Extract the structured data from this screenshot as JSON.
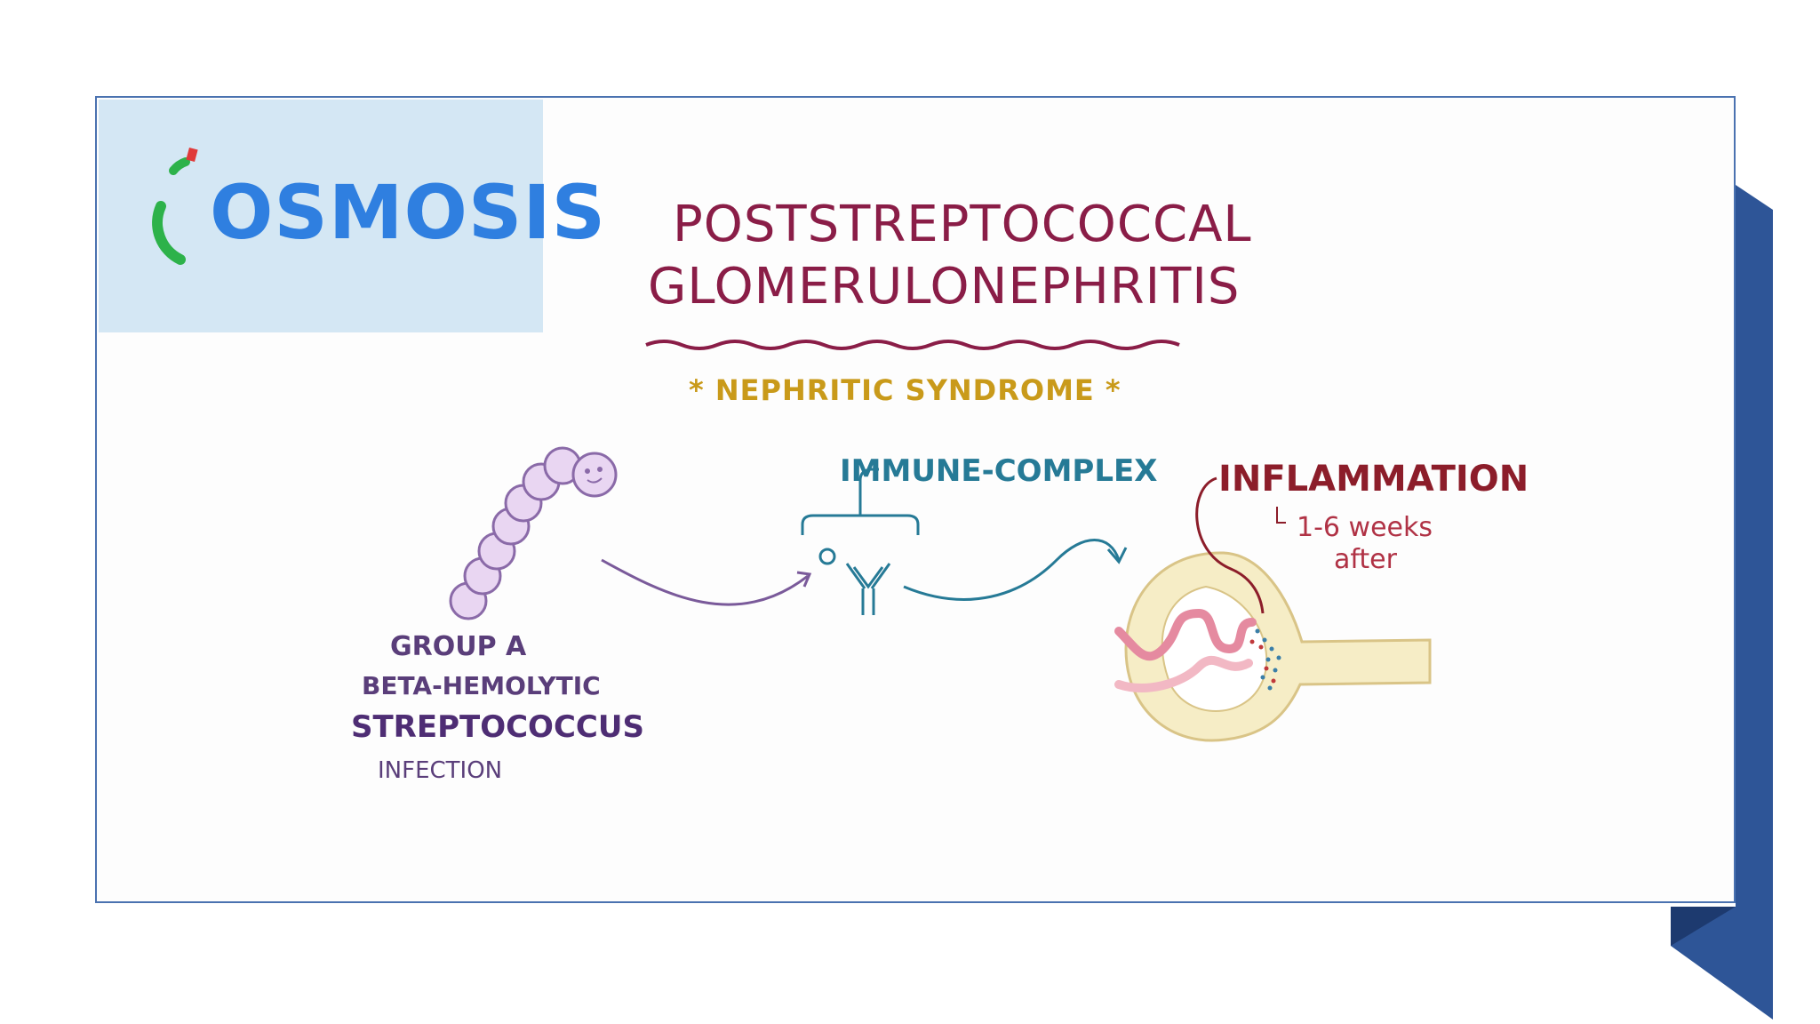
{
  "logo": {
    "text": "OSMOSIS",
    "color": "#2f7fe0",
    "accent_green": "#2db24a",
    "accent_red": "#e03a3a"
  },
  "title": {
    "line1": "POSTSTREPTOCOCCAL",
    "line2": "GLOMERULONEPHRITIS"
  },
  "subtitle": "* NEPHRITIC SYNDROME *",
  "labels": {
    "immune_complex": "IMMUNE-COMPLEX",
    "inflammation": "INFLAMMATION",
    "weeks": "1-6 weeks",
    "after": "after",
    "group": "GROUP A",
    "beta": "BETA-HEMOLYTIC",
    "strep": "STREPTOCOCCUS",
    "infection": "INFECTION"
  },
  "colors": {
    "frame_border": "#4a72b0",
    "ribbon": "#2e5597",
    "title": "#8a1d47",
    "subtitle": "#c99a1a",
    "bacteria": "#e9d6f2",
    "immune": "#267a96",
    "inflammation": "#8c1d2a"
  }
}
